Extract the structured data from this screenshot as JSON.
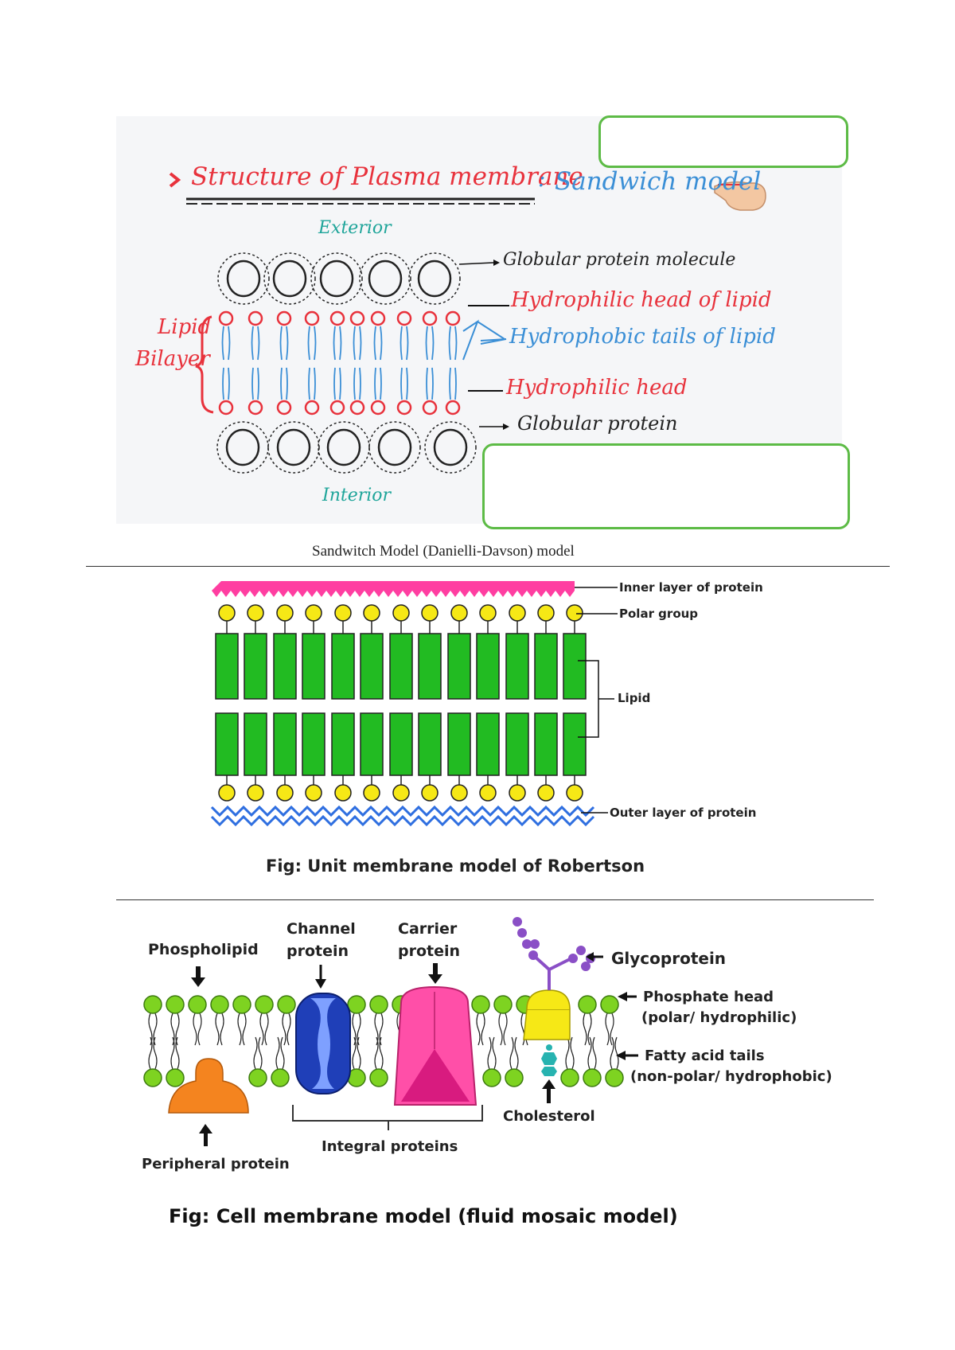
{
  "colors": {
    "hand_red": "#e8323c",
    "hand_blue": "#3b8fd6",
    "hand_teal": "#1fa59a",
    "protein_pink": "#ff3ea1",
    "polar_yellow": "#f6e816",
    "lipid_green": "#22bb22",
    "wave_blue": "#2f6fe0",
    "fm_green": "#7ed321",
    "channel_blue": "#1f3fb8",
    "carrier_pink": "#ff4fa8",
    "peripheral_orange": "#f4841f",
    "glyco_purple": "#8a4fc6",
    "cholesterol_teal": "#27b3b0",
    "box_green": "#5dbb46"
  },
  "sandwich": {
    "title_prefix": "Structure of Plasma membrane",
    "title_colon": ":",
    "title_suffix": "Sandwich model",
    "exterior": "Exterior",
    "interior": "Interior",
    "lipid": "Lipid",
    "bilayer": "Bilayer",
    "labels": {
      "globular_protein_molecule": "Globular protein molecule",
      "hydrophilic_head_of_lipid": "Hydrophilic head of lipid",
      "hydrophobic_tails_of_lipid": "Hydrophobic tails of lipid",
      "hydrophilic_head": "Hydrophilic head",
      "globular_protein": "Globular protein"
    },
    "caption": "Sandwitch Model (Danielli-Davson) model"
  },
  "robertson": {
    "labels": {
      "inner_layer": "Inner layer of protein",
      "polar_group": "Polar group",
      "lipid": "Lipid",
      "outer_layer": "Outer layer of protein"
    },
    "caption": "Fig: Unit membrane model of Robertson"
  },
  "fluid_mosaic": {
    "labels": {
      "phospholipid": "Phospholipid",
      "channel_protein_1": "Channel",
      "channel_protein_2": "protein",
      "carrier_protein_1": "Carrier",
      "carrier_protein_2": "protein",
      "glycoprotein": "Glycoprotein",
      "phosphate_head_1": "Phosphate head",
      "phosphate_head_2": "(polar/ hydrophilic)",
      "fatty_acid_1": "Fatty acid tails",
      "fatty_acid_2": "(non-polar/ hydrophobic)",
      "cholesterol": "Cholesterol",
      "integral_proteins": "Integral proteins",
      "peripheral_protein": "Peripheral protein"
    },
    "caption": "Fig: Cell membrane model (fluid mosaic model)"
  }
}
